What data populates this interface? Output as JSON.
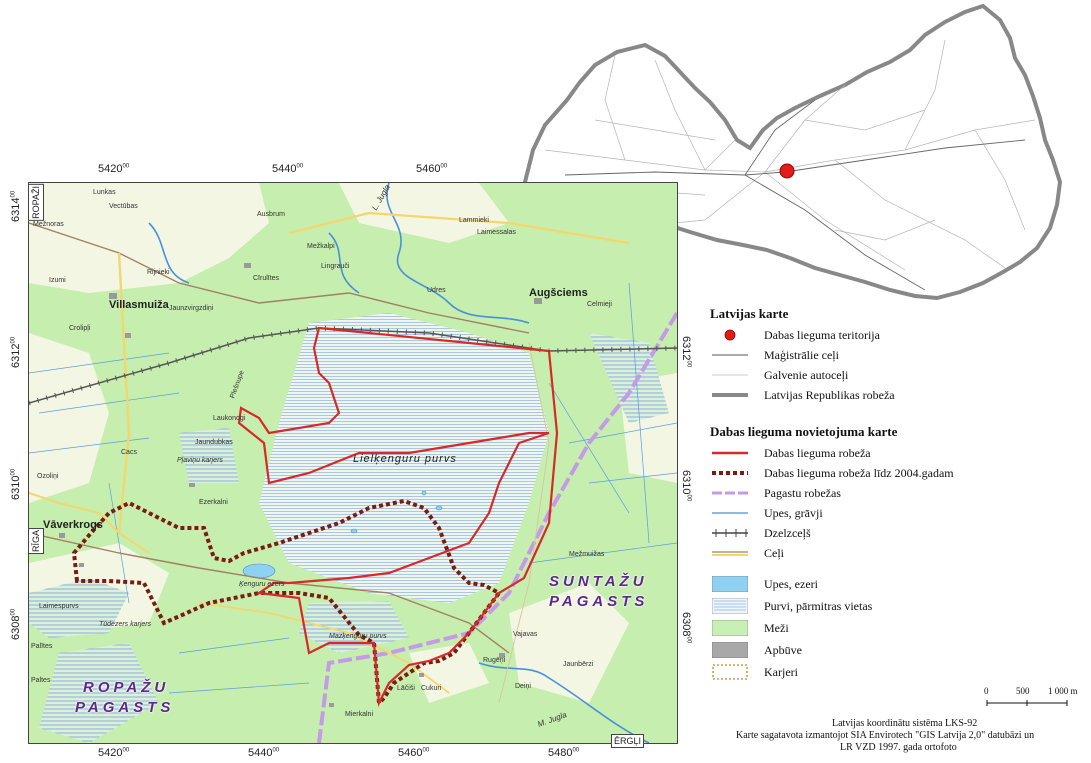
{
  "map": {
    "x_labels": [
      "5420",
      "5440",
      "5460",
      "5480"
    ],
    "y_labels": [
      "6314",
      "6312",
      "6310",
      "6308"
    ],
    "superscript": "00",
    "dir_ropazi": "ROPAŽI",
    "dir_riga": "RĪGA",
    "dir_ergli": "ĒRGĻI",
    "towns": {
      "villasmuiza": "Villasmuiža",
      "vaverkrogs": "Vāverkrogs",
      "augsciems": "Augšciems"
    },
    "places": {
      "lunkas": "Lunkas",
      "vectubas": "Vectūbas",
      "meznoras": "Mežnoras",
      "ausbrum": "Ausbrum",
      "mezkalpi": "Mežkalpi",
      "lammieki": "Lammieki",
      "laimessalas": "Laimessalas",
      "rijnieki": "Rijnieki",
      "cirulites": "Cīrulītes",
      "lingrauci": "Lingrauči",
      "izumi": "Izumi",
      "udres": "Udres",
      "jaunzvirgzdini": "Jaunzvirgzdiņi",
      "celmieji": "Celmieji",
      "crolipli": "Crolipļi",
      "plesnupe": "Plešnupe",
      "laukonogi": "Laukonogi",
      "jaundubkas": "Jaundubkas",
      "cacs": "Cacs",
      "plavinu_karjers": "Pļaviņu karjers",
      "ozolini": "Ozoliņi",
      "ezerkalni": "Ezerkalni",
      "kenguru_ezers": "Ķenguru ezers",
      "mezmuizas": "Mežmuižas",
      "laimespurvs": "Laimespurvs",
      "tudezers_karjers": "Tūdezers karjers",
      "mazkenguru_purvs": "Mazķenguru purvs",
      "vajavas": "Vajavas",
      "rugeni": "Rugēņi",
      "jauniberzi": "Jaunbērzi",
      "deini": "Deiņi",
      "paltes": "Paltes",
      "lacisi": "Lāčiši",
      "cukuri": "Cukuri",
      "mierkalni": "Mierkalni",
      "juglas_river": "M. Jugla",
      "juglas_river_n": "L. Jugla",
      "palites": "Palītes"
    },
    "bog_label": "Lielķenguru purvs",
    "pagasts_ropazu_1": "ROPAŽU",
    "pagasts_ropazu_2": "PAGASTS",
    "pagasts_suntazu_1": "SUNTAŽU",
    "pagasts_suntazu_2": "PAGASTS"
  },
  "legend": {
    "latvia_title": "Latvijas karte",
    "latvia_items": [
      {
        "label": "Dabas lieguma teritorija",
        "symbol": "red-dot"
      },
      {
        "label": "Maģistrālie ceļi",
        "symbol": "thin-line"
      },
      {
        "label": "Galvenie autoceļi",
        "symbol": "faint-line"
      },
      {
        "label": "Latvijas Republikas robeža",
        "symbol": "grey-border"
      }
    ],
    "reserve_title": "Dabas lieguma novietojuma karte",
    "reserve_items": [
      {
        "label": "Dabas lieguma robeža",
        "symbol": "red-line"
      },
      {
        "label": "Dabas lieguma robeža līdz 2004.gadam",
        "symbol": "dotted-brown"
      },
      {
        "label": "Pagastu robežas",
        "symbol": "purple-dash"
      },
      {
        "label": "Upes, grāvji",
        "symbol": "blue-line"
      },
      {
        "label": "Dzelzceļš",
        "symbol": "railway"
      },
      {
        "label": "Ceļi",
        "symbol": "road"
      }
    ],
    "area_items": [
      {
        "label": "Upes, ezeri",
        "symbol": "water"
      },
      {
        "label": "Purvi, pārmitras vietas",
        "symbol": "bog"
      },
      {
        "label": "Meži",
        "symbol": "forest"
      },
      {
        "label": "Apbūve",
        "symbol": "built"
      },
      {
        "label": "Karjeri",
        "symbol": "quarry"
      }
    ],
    "colors": {
      "reserve_border": "#d62a2a",
      "old_border": "#7a1c12",
      "pagasts_border": "#c59ae8",
      "river": "#4a90d9",
      "water": "#8fd1f1",
      "forest": "#c9f0b4",
      "built": "#a8a8a8"
    }
  },
  "scale": {
    "ticks": [
      "0",
      "500",
      "1 000 m"
    ]
  },
  "credits": {
    "line1": "Latvijas koordinātu sistēma LKS-92",
    "line2": "Karte sagatavota izmantojot SIA Envirotech \"GIS Latvija 2,0\" datubāzi un",
    "line3": "LR VZD 1997. gada ortofoto"
  }
}
